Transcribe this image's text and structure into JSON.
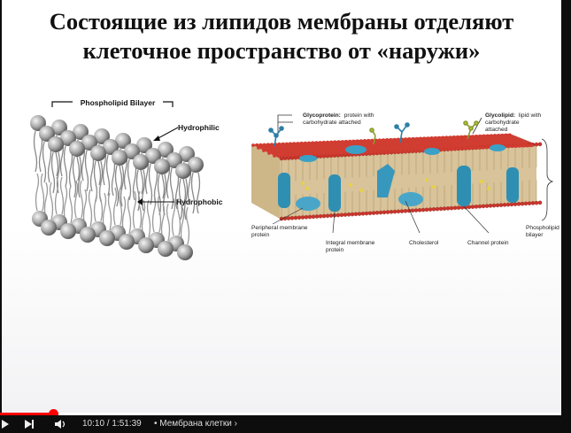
{
  "slide": {
    "title_line1": "Состоящие из липидов мембраны отделяют",
    "title_line2": "клеточное пространство от «наружи»"
  },
  "bilayer_figure": {
    "heading": "Phospholipid Bilayer",
    "hydrophilic_label": "Hydrophilic",
    "hydrophobic_label": "Hydrophobic"
  },
  "membrane_figure": {
    "glycoprotein_bold": "Glycoprotein:",
    "glycoprotein_desc1": "protein with",
    "glycoprotein_desc2": "carbohydrate attached",
    "glycolipid_bold": "Glycolipid:",
    "glycolipid_desc1": "lipid with",
    "glycolipid_desc2": "carbohydrate",
    "glycolipid_desc3": "attached",
    "peripheral_1": "Peripheral membrane",
    "peripheral_2": "protein",
    "integral_1": "Integral membrane",
    "integral_2": "protein",
    "cholesterol": "Cholesterol",
    "channel": "Channel protein",
    "bilayer_1": "Phospholipid",
    "bilayer_2": "bilayer"
  },
  "player": {
    "progress_fraction": 0.095,
    "current_time": "10:10",
    "duration": "1:51:39",
    "time_separator": " / ",
    "bullet": "•",
    "chapter_title": "Мембрана клетки",
    "chapter_arrow": "›",
    "accent_color": "#ff0000",
    "icons": [
      "play-next-icon",
      "next-icon",
      "volume-icon"
    ]
  }
}
